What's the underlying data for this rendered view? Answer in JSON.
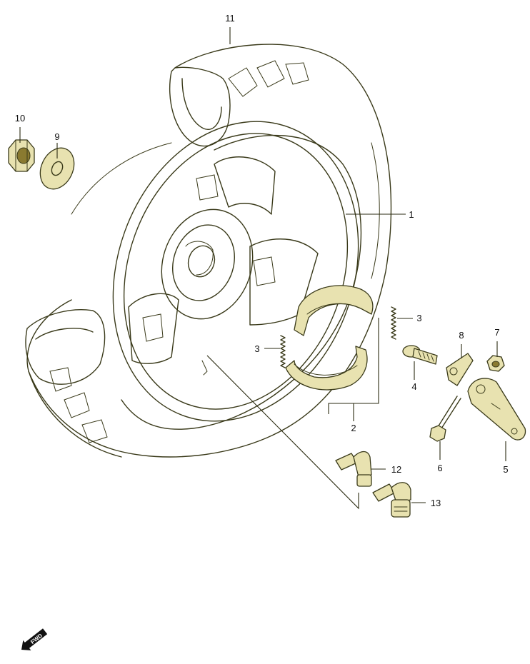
{
  "callouts": {
    "c1": "1",
    "c2": "2",
    "c3a": "3",
    "c3b": "3",
    "c4": "4",
    "c5": "5",
    "c6": "6",
    "c7": "7",
    "c8": "8",
    "c9": "9",
    "c10": "10",
    "c11": "11",
    "c12": "12",
    "c13": "13"
  },
  "badge": {
    "fwd": "FWD"
  },
  "colors": {
    "ink": "#3a3a1a",
    "shade": "#e8e2b0",
    "accent": "#8a7a30"
  }
}
